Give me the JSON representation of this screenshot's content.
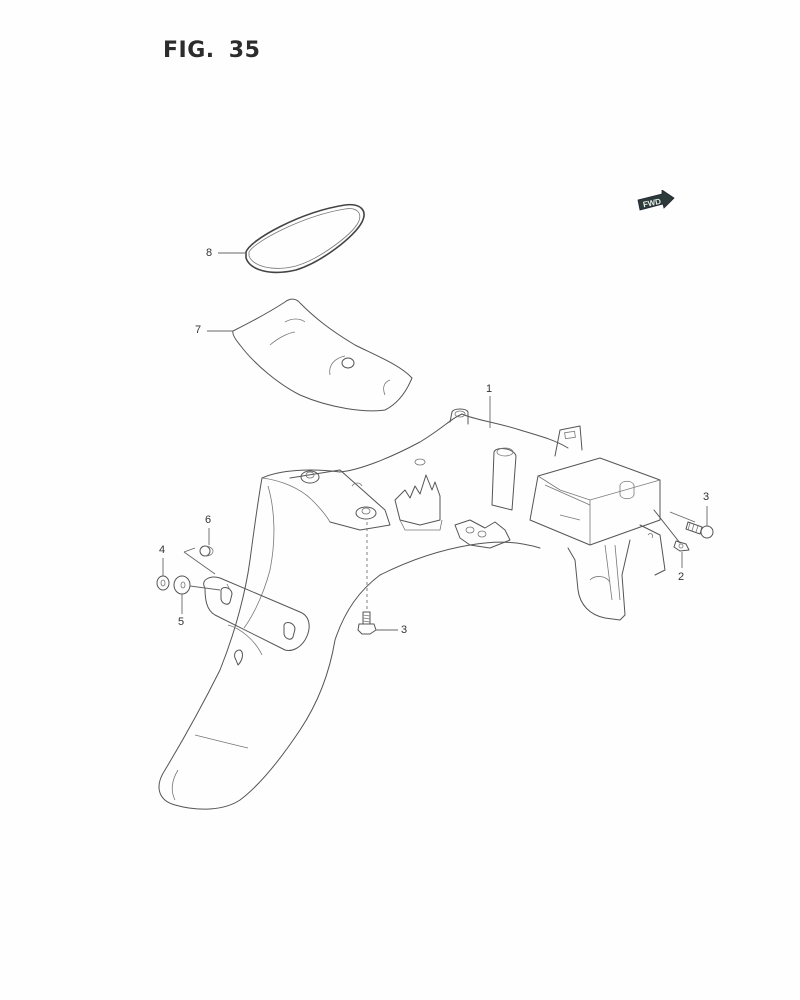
{
  "figure": {
    "title": "FIG. 35"
  },
  "direction_indicator": {
    "label": "FWD",
    "icon": "forward-arrow-icon"
  },
  "callouts": [
    {
      "number": "1",
      "part": "rear-fender-main-body"
    },
    {
      "number": "2",
      "part": "clip-nut"
    },
    {
      "number": "3",
      "part": "bolt-right"
    },
    {
      "number": "3",
      "part": "bolt-center"
    },
    {
      "number": "4",
      "part": "washer-small"
    },
    {
      "number": "5",
      "part": "washer-large"
    },
    {
      "number": "6",
      "part": "nut"
    },
    {
      "number": "7",
      "part": "pad-cover"
    },
    {
      "number": "8",
      "part": "seal-ring"
    }
  ]
}
